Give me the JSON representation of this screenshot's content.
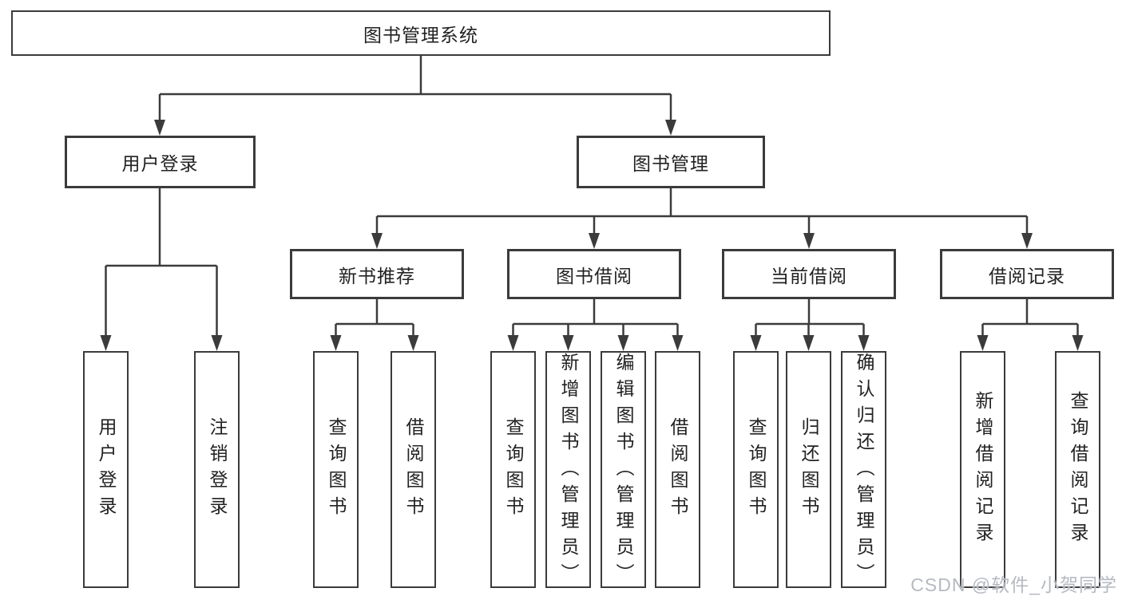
{
  "colors": {
    "background": "#ffffff",
    "line": "#3b3b3b",
    "box-border": "#3b3b3b",
    "box-fill": "#ffffff",
    "text": "#222222",
    "watermark": "#b5bac1"
  },
  "watermark": {
    "text": "CSDN @软件_小贺同学"
  },
  "tree": {
    "label": "图书管理系统",
    "children": [
      {
        "label": "用户登录",
        "children": [
          {
            "label": "用户登录"
          },
          {
            "label": "注销登录"
          }
        ]
      },
      {
        "label": "图书管理",
        "children": [
          {
            "label": "新书推荐",
            "children": [
              {
                "label": "查询图书"
              },
              {
                "label": "借阅图书"
              }
            ]
          },
          {
            "label": "图书借阅",
            "children": [
              {
                "label": "查询图书"
              },
              {
                "label": "新增图书（管理员）"
              },
              {
                "label": "编辑图书（管理员）"
              },
              {
                "label": "借阅图书"
              }
            ]
          },
          {
            "label": "当前借阅",
            "children": [
              {
                "label": "查询图书"
              },
              {
                "label": "归还图书"
              },
              {
                "label": "确认归还（管理员）"
              }
            ]
          },
          {
            "label": "借阅记录",
            "children": [
              {
                "label": "新增借阅记录"
              },
              {
                "label": "查询借阅记录"
              }
            ]
          }
        ]
      }
    ]
  }
}
